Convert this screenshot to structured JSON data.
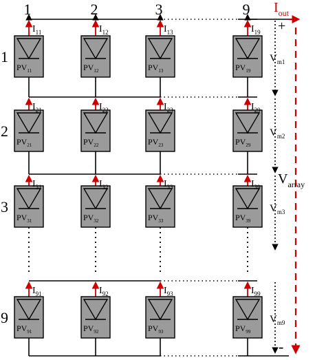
{
  "columns": [
    {
      "label": "1",
      "idx": "1"
    },
    {
      "label": "2",
      "idx": "2"
    },
    {
      "label": "3",
      "idx": "3"
    },
    {
      "label": "9",
      "idx": "9"
    }
  ],
  "rows": [
    {
      "label": "1",
      "idx": "1",
      "vm_sub": "m1"
    },
    {
      "label": "2",
      "idx": "2",
      "vm_sub": "m2"
    },
    {
      "label": "3",
      "idx": "3",
      "vm_sub": "m3"
    },
    {
      "label": "9",
      "idx": "9",
      "vm_sub": "m9"
    }
  ],
  "current_prefix": "I",
  "pv_prefix": "PV",
  "vm_prefix": "V",
  "iout": {
    "main": "I",
    "sub": "out"
  },
  "varray": {
    "main": "V",
    "sub": "array"
  },
  "plus_sign": "+",
  "minus_sign": "-",
  "colors": {
    "wire": "#000000",
    "current_arrow": "#cc0000",
    "panel_fill": "#9b9b9b",
    "panel_border": "#000000",
    "dashed_line": "#cc0000",
    "text": "#000000",
    "iout_text": "#cc0000"
  }
}
